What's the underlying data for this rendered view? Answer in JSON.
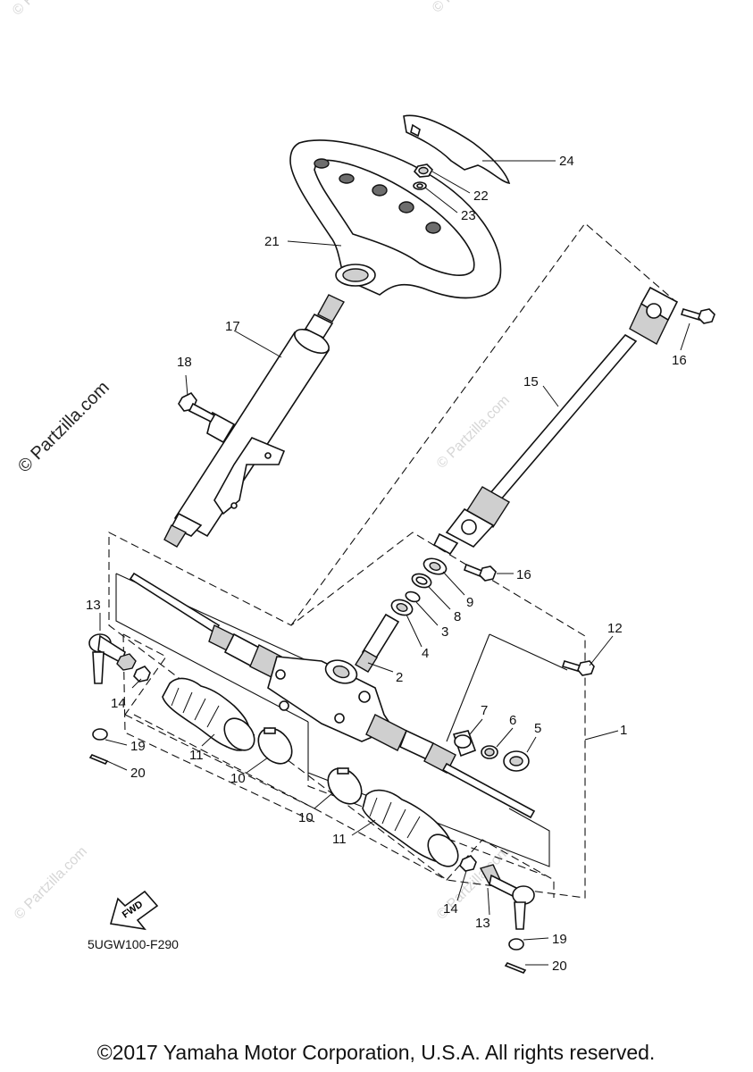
{
  "watermark": "© Partzilla.com",
  "diagram_code": "5UGW100-F290",
  "fwd_label": "FWD",
  "copyright": "©2017 Yamaha Motor Corporation, U.S.A. All rights reserved.",
  "callouts": {
    "c1": "1",
    "c2": "2",
    "c3": "3",
    "c4": "4",
    "c5": "5",
    "c6": "6",
    "c7": "7",
    "c8": "8",
    "c9": "9",
    "c10a": "10",
    "c10b": "10",
    "c11a": "11",
    "c11b": "11",
    "c12": "12",
    "c13a": "13",
    "c13b": "13",
    "c14a": "14",
    "c14b": "14",
    "c15": "15",
    "c16a": "16",
    "c16b": "16",
    "c17": "17",
    "c18": "18",
    "c19a": "19",
    "c19b": "19",
    "c20a": "20",
    "c20b": "20",
    "c21": "21",
    "c22": "22",
    "c23": "23",
    "c24": "24"
  }
}
